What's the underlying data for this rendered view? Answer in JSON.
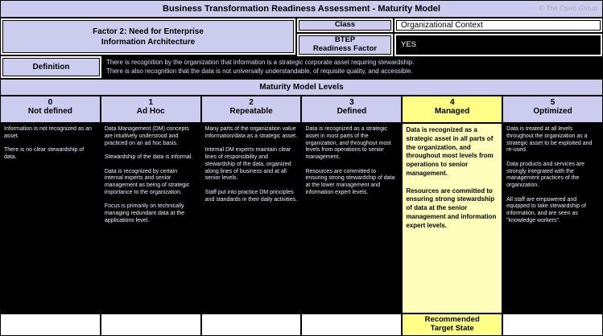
{
  "header": {
    "title": "Business Transformation Readiness Assessment - Maturity Model",
    "copyright": "© The Open Group"
  },
  "factor": {
    "label": "Factor 2: Need for Enterprise\nInformation Architecture"
  },
  "class_field": {
    "label": "Class",
    "value": "Organizational Context"
  },
  "btep": {
    "label": "BTEP\nReadiness Factor",
    "value": "YES"
  },
  "definition": {
    "label": "Definition",
    "text": "There is recognition by the organization that information is a strategic corporate asset requiring stewardship.\nThere is also recognition that the data is not universally understandable, of requisite quality, and accessible."
  },
  "levels_header": "Maturity Model Levels",
  "levels": [
    {
      "number": "0",
      "name": "Not defined",
      "description": "Information is not recognized as an asset.\n\nThere is no clear stewardship of data."
    },
    {
      "number": "1",
      "name": "Ad Hoc",
      "description": "Data Management (DM) concepts are intuitively understood and practiced on an ad hoc basis.\n\nStewardship of the data is informal.\n\nData is recognized by certain internal experts and senior management as being of strategic importance to the organization.\n\nFocus is primarily on technically managing redundant data at the applications level."
    },
    {
      "number": "2",
      "name": "Repeatable",
      "description": "Many parts of the organization value information/data as a strategic asset.\n\nInternal DM experts maintain clear lines of responsibility and stewardship of the data, organized along lines of business and at all senior levels.\n\nStaff put into practice DM principles and standards in their daily activities."
    },
    {
      "number": "3",
      "name": "Defined",
      "description": "Data is recognized as a strategic asset in most parts of the organization, and throughout most levels from operations to senior management.\n\nResources are committed to ensuring strong stewardship of data at the lower management and information expert levels."
    },
    {
      "number": "4",
      "name": "Managed",
      "description": "Data is recognized as a strategic asset in all parts of the organization, and throughout most levels from operations to senior management.\n\nResources are committed to ensuring strong stewardship of data at the senior management and information expert levels."
    },
    {
      "number": "5",
      "name": "Optimized",
      "description": "Data is treated at all levels throughout the organization as a strategic asset to be exploited and re-used.\n\nData products and services are strongly integrated with the management practices of the organization.\n\nAll staff are empowered and equipped to take stewardship of information, and are seen as \"knowledge workers\"."
    }
  ],
  "recommended_target": "Recommended\nTarget State",
  "colors": {
    "header_bg": "#ccccee",
    "highlight_header": "#ffff85",
    "highlight_body": "#ffffbb",
    "dark_cell": "#000000"
  }
}
